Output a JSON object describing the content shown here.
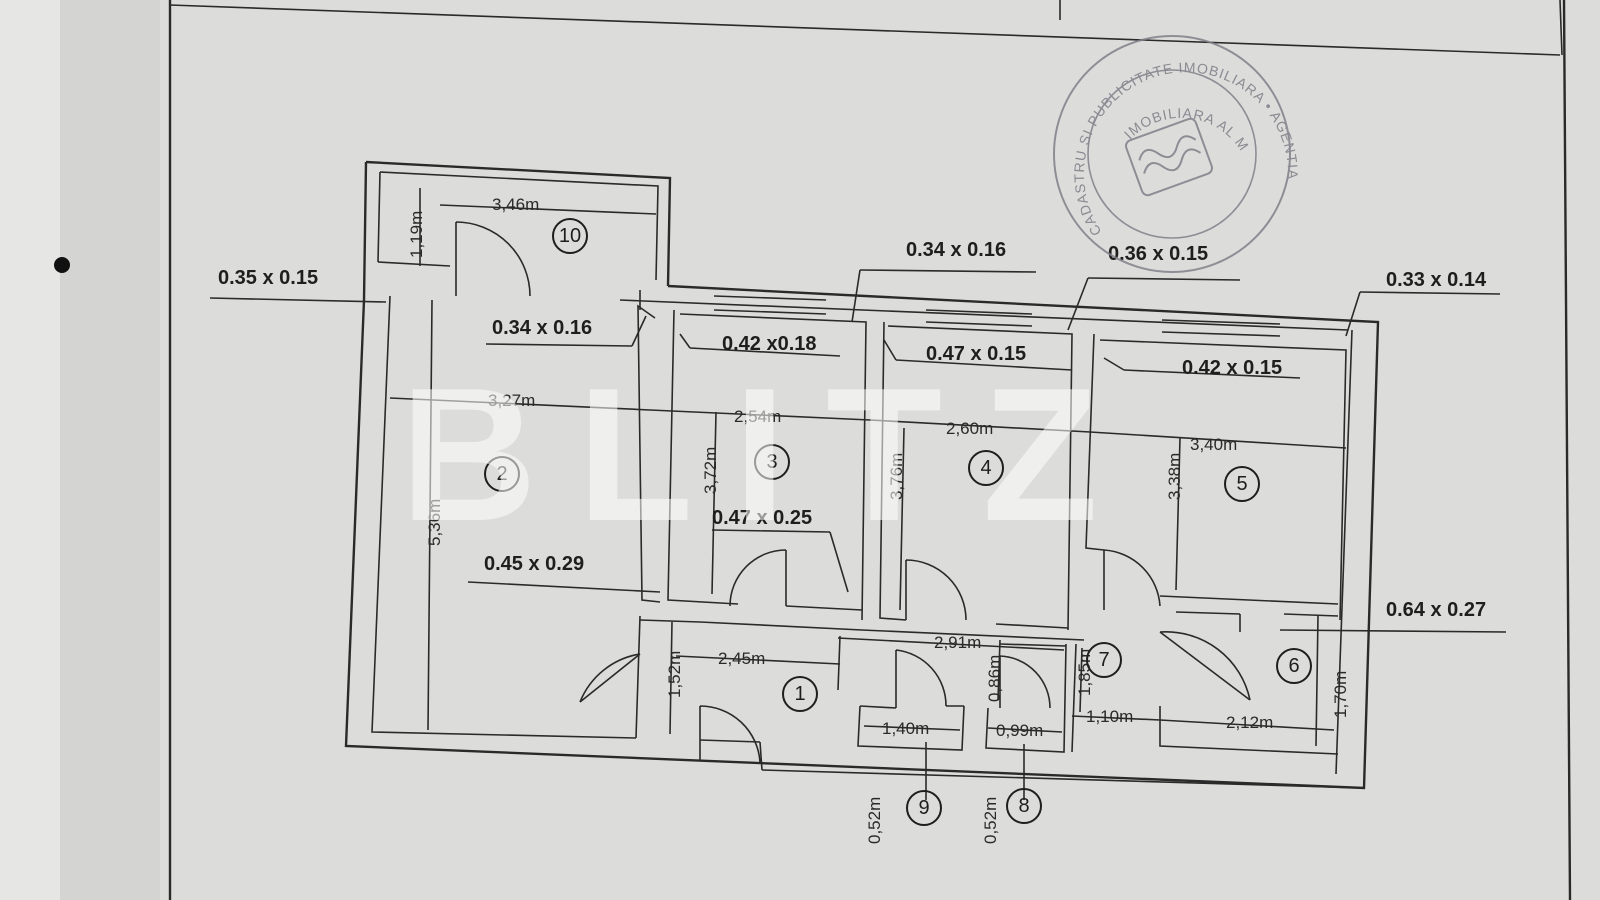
{
  "watermark": "BLITZ",
  "stamp": {
    "outer_text": "CADASTRU SI PUBLICITATE IMOBILIARA • AGENTIA",
    "inner_text": "IMOBILIARA AL MUNICIPIULUI BUCURESTI",
    "color": "#7c7c86"
  },
  "rooms": [
    {
      "number": "1"
    },
    {
      "number": "2"
    },
    {
      "number": "3"
    },
    {
      "number": "4"
    },
    {
      "number": "5"
    },
    {
      "number": "6"
    },
    {
      "number": "7"
    },
    {
      "number": "8"
    },
    {
      "number": "9"
    },
    {
      "number": "10"
    }
  ],
  "dimensions": {
    "d_346": "3,46m",
    "d_119": "1,19m",
    "d_327": "3,27m",
    "d_536": "5,36m",
    "d_254": "2,54m",
    "d_372": "3,72m",
    "d_260": "2,60m",
    "d_376": "3,76m",
    "d_340": "3,40m",
    "d_338": "3,38m",
    "d_245": "2,45m",
    "d_152": "1,52m",
    "d_291": "2,91m",
    "d_086": "0,86m",
    "d_185": "1,85m",
    "d_140": "1,40m",
    "d_099": "0,99m",
    "d_110": "1,10m",
    "d_212": "2,12m",
    "d_170": "1,70m",
    "d_052a": "0,52m",
    "d_052b": "0,52m"
  },
  "windows": {
    "w1": "0.35 x 0.15",
    "w2": "0.34 x 0.16",
    "w3": "0.34 x 0.16",
    "w4": "0.42 x0.18",
    "w5": "0.36 x 0.15",
    "w6": "0.47 x 0.15",
    "w7": "0.33 x 0.14",
    "w8": "0.42 x 0.15",
    "w9": "0.47 x 0.25",
    "w10": "0.45 x 0.29",
    "w11": "0.64 x 0.27"
  }
}
